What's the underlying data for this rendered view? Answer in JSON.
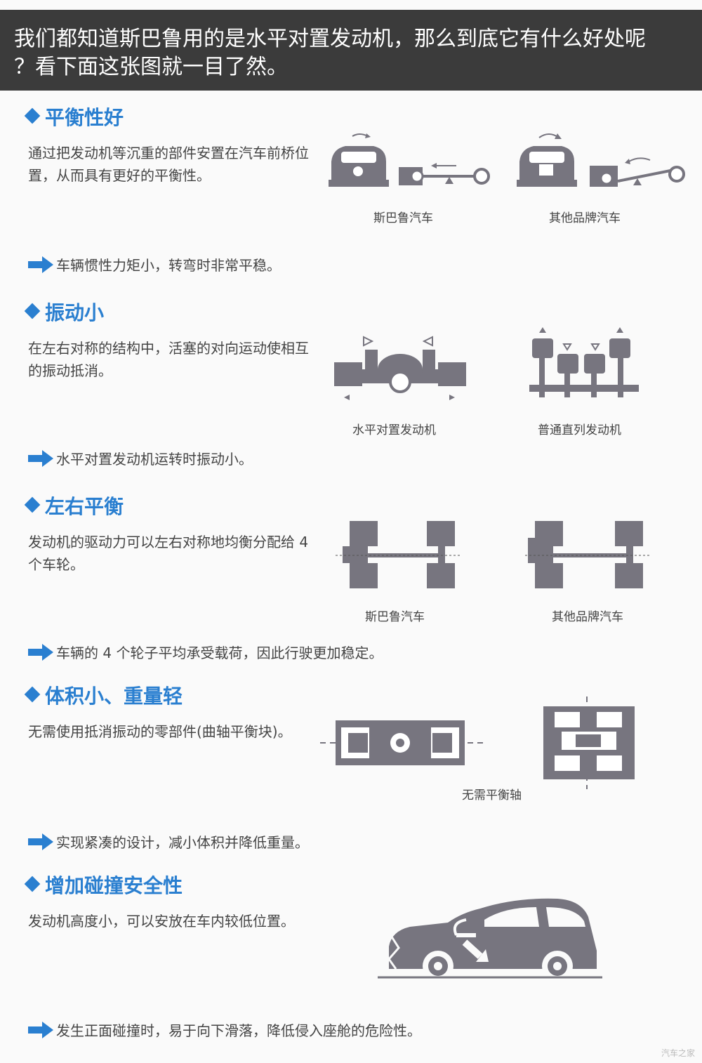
{
  "banner": {
    "line1": "我们都知道斯巴鲁用的是水平对置发动机，那么到底它有什么好处呢",
    "line2": "？看下面这张图就一目了然。"
  },
  "sections": [
    {
      "title": "平衡性好",
      "desc": "通过把发动机等沉重的部件安置在汽车前桥位置，从而具有更好的平衡性。",
      "captions": [
        "斯巴鲁汽车",
        "其他品牌汽车"
      ],
      "conclusion": "车辆惯性力矩小，转弯时非常平稳。"
    },
    {
      "title": "振动小",
      "desc": "在左右对称的结构中，活塞的对向运动使相互的振动抵消。",
      "captions": [
        "水平对置发动机",
        "普通直列发动机"
      ],
      "conclusion": "水平对置发动机运转时振动小。"
    },
    {
      "title": "左右平衡",
      "desc": "发动机的驱动力可以左右对称地均衡分配给 4 个车轮。",
      "captions": [
        "斯巴鲁汽车",
        "其他品牌汽车"
      ],
      "conclusion": "车辆的 4 个轮子平均承受载荷，因此行驶更加稳定。"
    },
    {
      "title": "体积小、重量轻",
      "desc": "无需使用抵消振动的零部件(曲轴平衡块)。",
      "captions": [
        "无需平衡轴"
      ],
      "conclusion": "实现紧凑的设计，减小体积并降低重量。"
    },
    {
      "title": "增加碰撞安全性",
      "desc": "发动机高度小，可以安放在车内较低位置。",
      "captions": [],
      "conclusion": "发生正面碰撞时，易于向下滑落，降低侵入座舱的危险性。"
    }
  ],
  "colors": {
    "accent": "#2a7fd0",
    "figure": "#77757f",
    "banner": "#3b3b3b"
  },
  "watermark": "汽车之家"
}
